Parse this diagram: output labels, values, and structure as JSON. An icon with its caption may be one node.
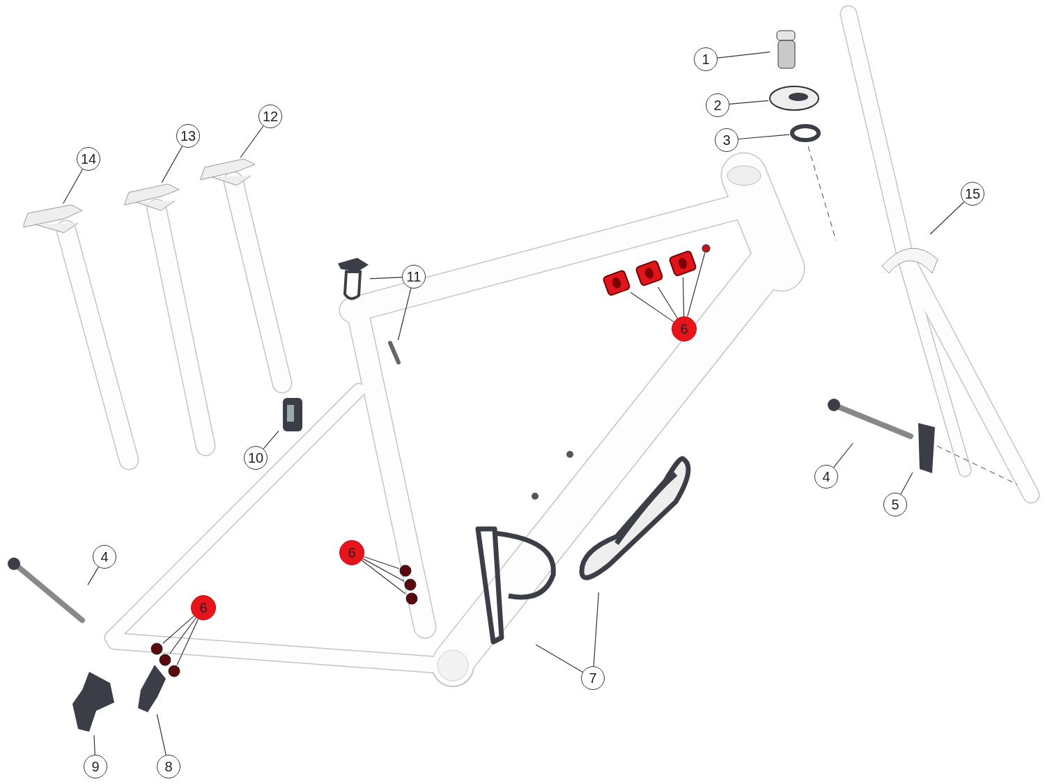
{
  "diagram": {
    "nodes": [
      {
        "text": [
          "1"
        ]
      },
      {
        "text": [],
        "shape": "cylinder"
      },
      {
        "text": [
          "2"
        ]
      },
      {
        "text": [],
        "shape": "picture"
      },
      {
        "text": [
          "3"
        ]
      },
      {
        "text": [],
        "shape": "circle"
      },
      {
        "text": [
          "15"
        ]
      },
      {
        "text": [],
        "shape": "picture"
      },
      {
        "text": [
          "14"
        ]
      },
      {
        "text": [],
        "shape": "picture"
      },
      {
        "text": [
          "13"
        ]
      },
      {
        "text": [],
        "shape": "picture"
      },
      {
        "text": [
          "12"
        ]
      },
      {
        "text": [],
        "shape": "picture"
      },
      {
        "text": [
          "11"
        ]
      },
      {
        "text": [],
        "shape": "picture"
      },
      {
        "text": [],
        "shape": "picture"
      },
      {
        "text": [
          "6"
        ]
      },
      {
        "text": [],
        "shape": "picture"
      },
      {
        "text": [],
        "shape": "picture"
      },
      {
        "text": [],
        "shape": "picture"
      },
      {
        "text": [],
        "shape": "circle"
      },
      {
        "text": [
          "10"
        ]
      },
      {
        "text": [],
        "shape": "picture"
      },
      {
        "text": [
          "4"
        ]
      },
      {
        "text": [],
        "shape": "picture"
      },
      {
        "text": [
          "5"
        ]
      },
      {
        "text": [],
        "shape": "picture"
      },
      {
        "text": [
          "4"
        ]
      },
      {
        "text": [],
        "shape": "picture"
      },
      {
        "text": [
          "6"
        ]
      },
      {
        "text": [],
        "shape": "circle"
      },
      {
        "text": [],
        "shape": "circle"
      },
      {
        "text": [],
        "shape": "circle"
      },
      {
        "text": [
          "6"
        ]
      },
      {
        "text": [],
        "shape": "circle"
      },
      {
        "text": [],
        "shape": "circle"
      },
      {
        "text": [],
        "shape": "circle"
      },
      {
        "text": [
          "7"
        ]
      },
      {
        "text": [],
        "shape": "picture"
      },
      {
        "text": [],
        "shape": "picture"
      },
      {
        "text": [
          "9"
        ]
      },
      {
        "text": [],
        "shape": "picture"
      },
      {
        "text": [
          "8"
        ]
      },
      {
        "text": [],
        "shape": "picture"
      }
    ],
    "edges": [
      {
        "from": 0,
        "to": 1,
        "arrow": "none"
      },
      {
        "from": 2,
        "to": 3,
        "arrow": "none"
      },
      {
        "from": 4,
        "to": 5,
        "arrow": "none"
      },
      {
        "from": 6,
        "to": 7,
        "arrow": "none"
      },
      {
        "from": 8,
        "to": 9,
        "arrow": "none"
      },
      {
        "from": 10,
        "to": 11,
        "arrow": "none"
      },
      {
        "from": 12,
        "to": 13,
        "arrow": "none"
      },
      {
        "from": 14,
        "to": 15,
        "arrow": "none"
      },
      {
        "from": 14,
        "to": 16,
        "arrow": "none"
      },
      {
        "from": 17,
        "to": 18,
        "arrow": "none"
      },
      {
        "from": 17,
        "to": 19,
        "arrow": "none"
      },
      {
        "from": 17,
        "to": 20,
        "arrow": "none"
      },
      {
        "from": 17,
        "to": 21,
        "arrow": "none"
      },
      {
        "from": 22,
        "to": 23,
        "arrow": "none"
      },
      {
        "from": 24,
        "to": 25,
        "arrow": "none"
      },
      {
        "from": 26,
        "to": 27,
        "arrow": "none"
      },
      {
        "from": 28,
        "to": 29,
        "arrow": "none"
      },
      {
        "from": 30,
        "to": 31,
        "arrow": "none"
      },
      {
        "from": 30,
        "to": 32,
        "arrow": "none"
      },
      {
        "from": 30,
        "to": 33,
        "arrow": "none"
      },
      {
        "from": 34,
        "to": 35,
        "arrow": "none"
      },
      {
        "from": 34,
        "to": 36,
        "arrow": "none"
      },
      {
        "from": 34,
        "to": 37,
        "arrow": "none"
      },
      {
        "from": 38,
        "to": 39,
        "arrow": "none"
      },
      {
        "from": 38,
        "to": 40,
        "arrow": "none"
      },
      {
        "from": 41,
        "to": 42,
        "arrow": "none"
      },
      {
        "from": 43,
        "to": 44,
        "arrow": "none"
      }
    ]
  }
}
